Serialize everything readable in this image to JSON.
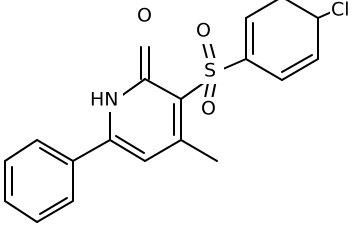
{
  "molecule": {
    "atom_labels": {
      "chlorine": "Cl",
      "carbonyl_oxygen": "O",
      "ring_nitrogen": "HN",
      "sulfur": "S",
      "sulfonyl_oxygen_upper": "O",
      "sulfonyl_oxygen_lower": "O"
    }
  }
}
